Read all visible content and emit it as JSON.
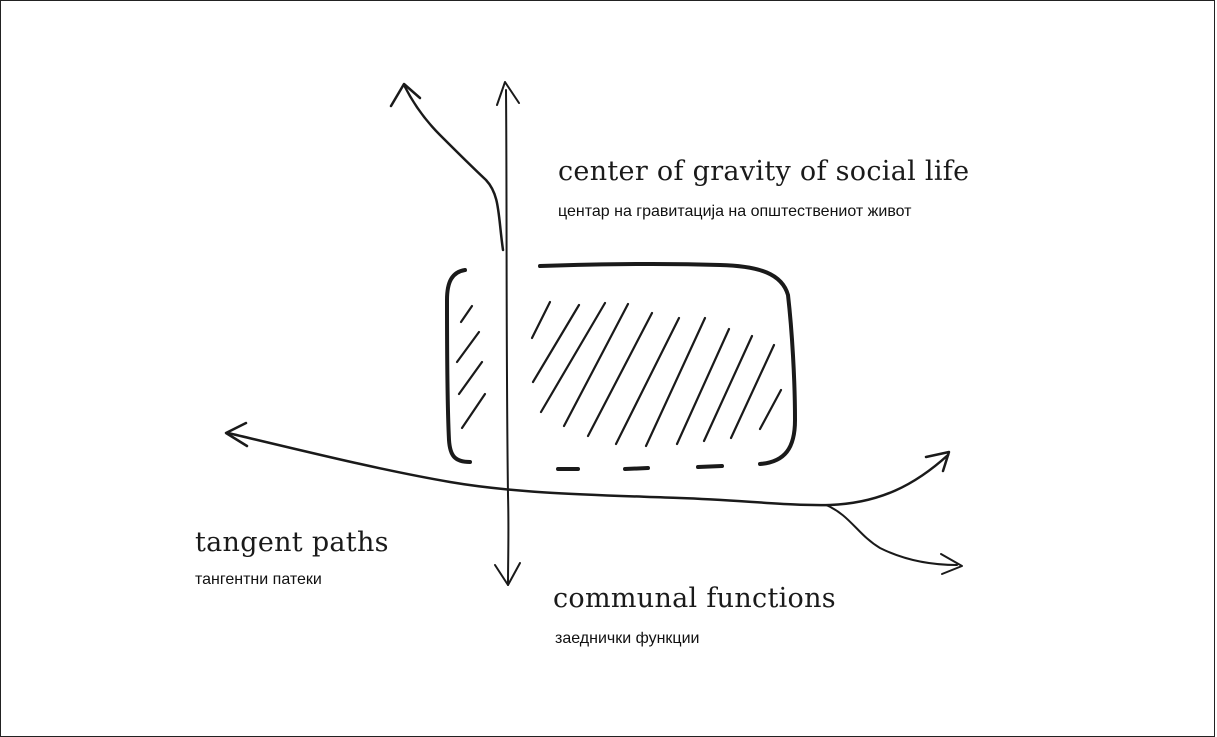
{
  "labels": {
    "center_en": "center of gravity of social life",
    "center_mk": "центар на гравитација на општествениот живот",
    "tangent_en": "tangent paths",
    "tangent_mk": "тангентни патеки",
    "communal_en": "communal functions",
    "communal_mk": "заеднички функции"
  },
  "colors": {
    "ink": "#1a1a1a",
    "background": "#ffffff",
    "frame": "#222222"
  }
}
